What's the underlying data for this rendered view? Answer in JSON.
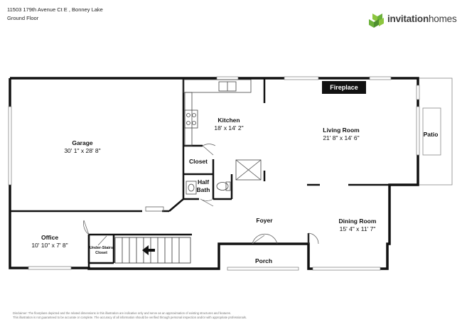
{
  "header": {
    "address": "11503 179th Avenue Ct E , Bonney Lake",
    "floor": "Ground Floor"
  },
  "brand": {
    "name_bold": "invitation",
    "name_regular": "homes",
    "colors": {
      "logo_light": "#8dc63f",
      "logo_dark": "#5a9e3a",
      "text": "#3b3b3b"
    }
  },
  "rooms": {
    "garage": {
      "name": "Garage",
      "dims": "30' 1\" x 28' 8\""
    },
    "kitchen": {
      "name": "Kitchen",
      "dims": "18' x 14' 2\""
    },
    "living_room": {
      "name": "Living Room",
      "dims": "21' 8\" x 14' 6\""
    },
    "patio": {
      "name": "Patio"
    },
    "closet": {
      "name": "Closet"
    },
    "half_bath": {
      "name": "Half Bath"
    },
    "foyer": {
      "name": "Foyer"
    },
    "office": {
      "name": "Office",
      "dims": "10' 10\" x 7' 8\""
    },
    "dining_room": {
      "name": "Dining Room",
      "dims": "15' 4\" x 11' 7\""
    },
    "under_stairs_closet": {
      "name": "Under-Stairs Closet"
    },
    "porch": {
      "name": "Porch"
    }
  },
  "fireplace": {
    "label": "Fireplace"
  },
  "disclaimer": {
    "line1": "Disclaimer: The floorplans depicted and the related dimensions in this illustration are indicative only and serve as an approximation of existing structures and features.",
    "line2": "This illustration is not guaranteed to be accurate or complete. The accuracy of all information should be verified through personal inspection and/or with appropriate professionals."
  }
}
